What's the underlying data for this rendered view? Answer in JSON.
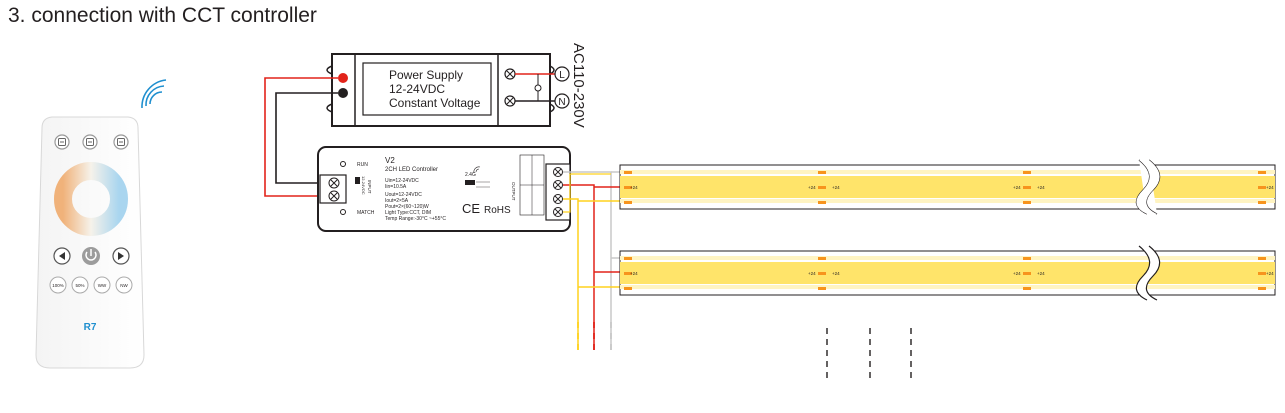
{
  "page": {
    "title": "3. connection with CCT controller"
  },
  "remote": {
    "model": "R7",
    "buttons": [
      "100%",
      "50%",
      "WW",
      "NW"
    ],
    "icons": [
      "save-icon",
      "save-icon",
      "save-icon",
      "left-arrow-icon",
      "power-icon",
      "right-arrow-icon",
      "wifi-signal-icon"
    ]
  },
  "power_supply": {
    "line1": "Power Supply",
    "line2": "12-24VDC",
    "line3": "Constant Voltage",
    "ac_label": "AC110-230V",
    "terminal_l": "L",
    "terminal_n": "N"
  },
  "controller": {
    "model": "V2",
    "name": "2CH LED Controller",
    "uin": "Uin=12-24VDC",
    "iin": "Iin=10.5A",
    "uout": "Uout=12-24VDC",
    "iout": "Iout=2×5A",
    "pout": "Pout=2×(60~120)W",
    "light_type": "Light Type:CCT, DIM",
    "temp": "Temp Range:-30°C ~+55°C",
    "run": "RUN",
    "match": "MATCH",
    "input": "INPUT",
    "output": "OUTPUT",
    "input_voltage": "12-24VDC",
    "freq": "2.4G",
    "rohs": "RoHS",
    "ce": "CE"
  },
  "strip": {
    "pad_label": "+24"
  },
  "colors": {
    "red_wire": "#e2231a",
    "black_wire": "#231f20",
    "yellow_wire": "#ffd21f",
    "gray_wire": "#c8c8c8",
    "strip_yellow": "#ffe46a",
    "strip_pad": "#f7941d",
    "remote_blue": "#1f8fcf"
  }
}
